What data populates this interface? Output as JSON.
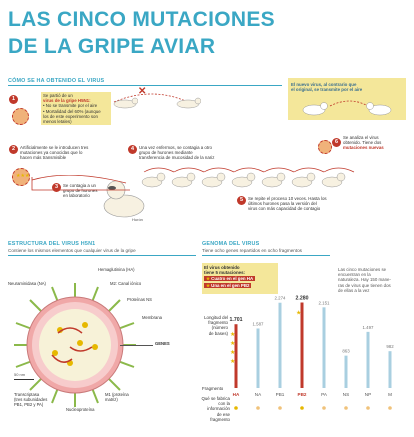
{
  "title": {
    "line1": "LAS CINCO MUTACIONES",
    "line2": "DE LA GRIPE AVIAR"
  },
  "process": {
    "heading": "CÓMO SE HA OBTENIDO EL VIRUS",
    "step1": {
      "num": "1",
      "lines": [
        "Se partió de un",
        "virus de la gripe H5N1:",
        "• No se transmite por el aire",
        "• Mortalidad del 60% (aunque",
        "  los de este experimento son",
        "  menos letales)"
      ]
    },
    "step2": {
      "num": "2",
      "lines": [
        "Artificialmente se le introducen tres",
        "mutaciones ya conocidas que lo",
        "hacen más transmisible"
      ]
    },
    "step3": {
      "num": "3",
      "lines": [
        "Se contagia a un",
        "grupo de hurones",
        "en laboratorio"
      ]
    },
    "step4": {
      "num": "4",
      "lines": [
        "Una vez enfermos, se contagia a otro",
        "grupo de hurones mediante",
        "transferencia de mucosidad de la nariz"
      ]
    },
    "step5": {
      "num": "5",
      "lines": [
        "Se repite el proceso 10 veces. Hasta los",
        "últimos hurones pasa la versión del",
        "virus con más capacidad de contagio"
      ]
    },
    "step6": {
      "num": "6",
      "lines": [
        "Se analiza el virus",
        "obtenido. Tiene dos",
        "mutaciones nuevas"
      ]
    },
    "airbox": {
      "lines": [
        "El nuevo virus, al contrario que",
        "el original, se transmite por el aire"
      ]
    },
    "hurón_label": "Hurón"
  },
  "structure": {
    "heading": "ESTRUCTURA DEL VIRUS H5N1",
    "subtitle": "Contiene los mismos elementos que cualquier virus de la gripe",
    "labels": {
      "ha": "Hemaglutinina (HA)",
      "na": "Neuraminidasa (NA)",
      "m2": "M2: Canal iónico",
      "np": "Proteínas NS",
      "membrana": "Membrana",
      "genes": "GENES",
      "scale": "50 nm",
      "transcriptasa": "Transcriptasa",
      "trans_sub": "(tres subunidades",
      "trans_sub2": "PB1, PB2 y PA)",
      "nucleo": "Nucleoproteína",
      "m1": "M1 (proteína",
      "m1b": "matriz)"
    }
  },
  "genome": {
    "heading": "GENOMA DEL VIRUS",
    "subtitle": "Tiene ocho genes repartidos en ocho fragmentos",
    "legend": {
      "title1": "El virus obtenido",
      "title2": "tiene 5 mutaciones:",
      "item1": "Cuatro en el gen HA",
      "item2": "Una en el gen PB2"
    },
    "axis_label": [
      "Longitud del",
      "fragmento",
      "(número",
      "de bases)"
    ],
    "fragment_label": "Fragmento",
    "function_label": [
      "Qué se fabrica",
      "con la información",
      "de ese fragmento"
    ],
    "note": [
      "Las cinco mutaciones se",
      "encuentran en la",
      "naturaleza. Hay 150 mane-",
      "ras de virus que tienen dos",
      "de ellas a la vez"
    ],
    "highlight_color": "#c0392b",
    "bar_color": "#a9cfe0",
    "fragments": [
      {
        "name": "HA",
        "length": "1.701",
        "value": 1701,
        "highlight": true,
        "stars": 4
      },
      {
        "name": "NA",
        "length": "1.587",
        "value": 1587,
        "highlight": false,
        "stars": 0
      },
      {
        "name": "PB1",
        "length": "2.274",
        "value": 2274,
        "highlight": false,
        "stars": 0
      },
      {
        "name": "PB2",
        "length": "2.280",
        "value": 2280,
        "highlight": true,
        "stars": 1
      },
      {
        "name": "PA",
        "length": "2.151",
        "value": 2151,
        "highlight": false,
        "stars": 0
      },
      {
        "name": "NS",
        "length": "863",
        "value": 863,
        "highlight": false,
        "stars": 0
      },
      {
        "name": "NP",
        "length": "1.497",
        "value": 1497,
        "highlight": false,
        "stars": 0
      },
      {
        "name": "M",
        "length": "982",
        "value": 982,
        "highlight": false,
        "stars": 0
      }
    ]
  }
}
